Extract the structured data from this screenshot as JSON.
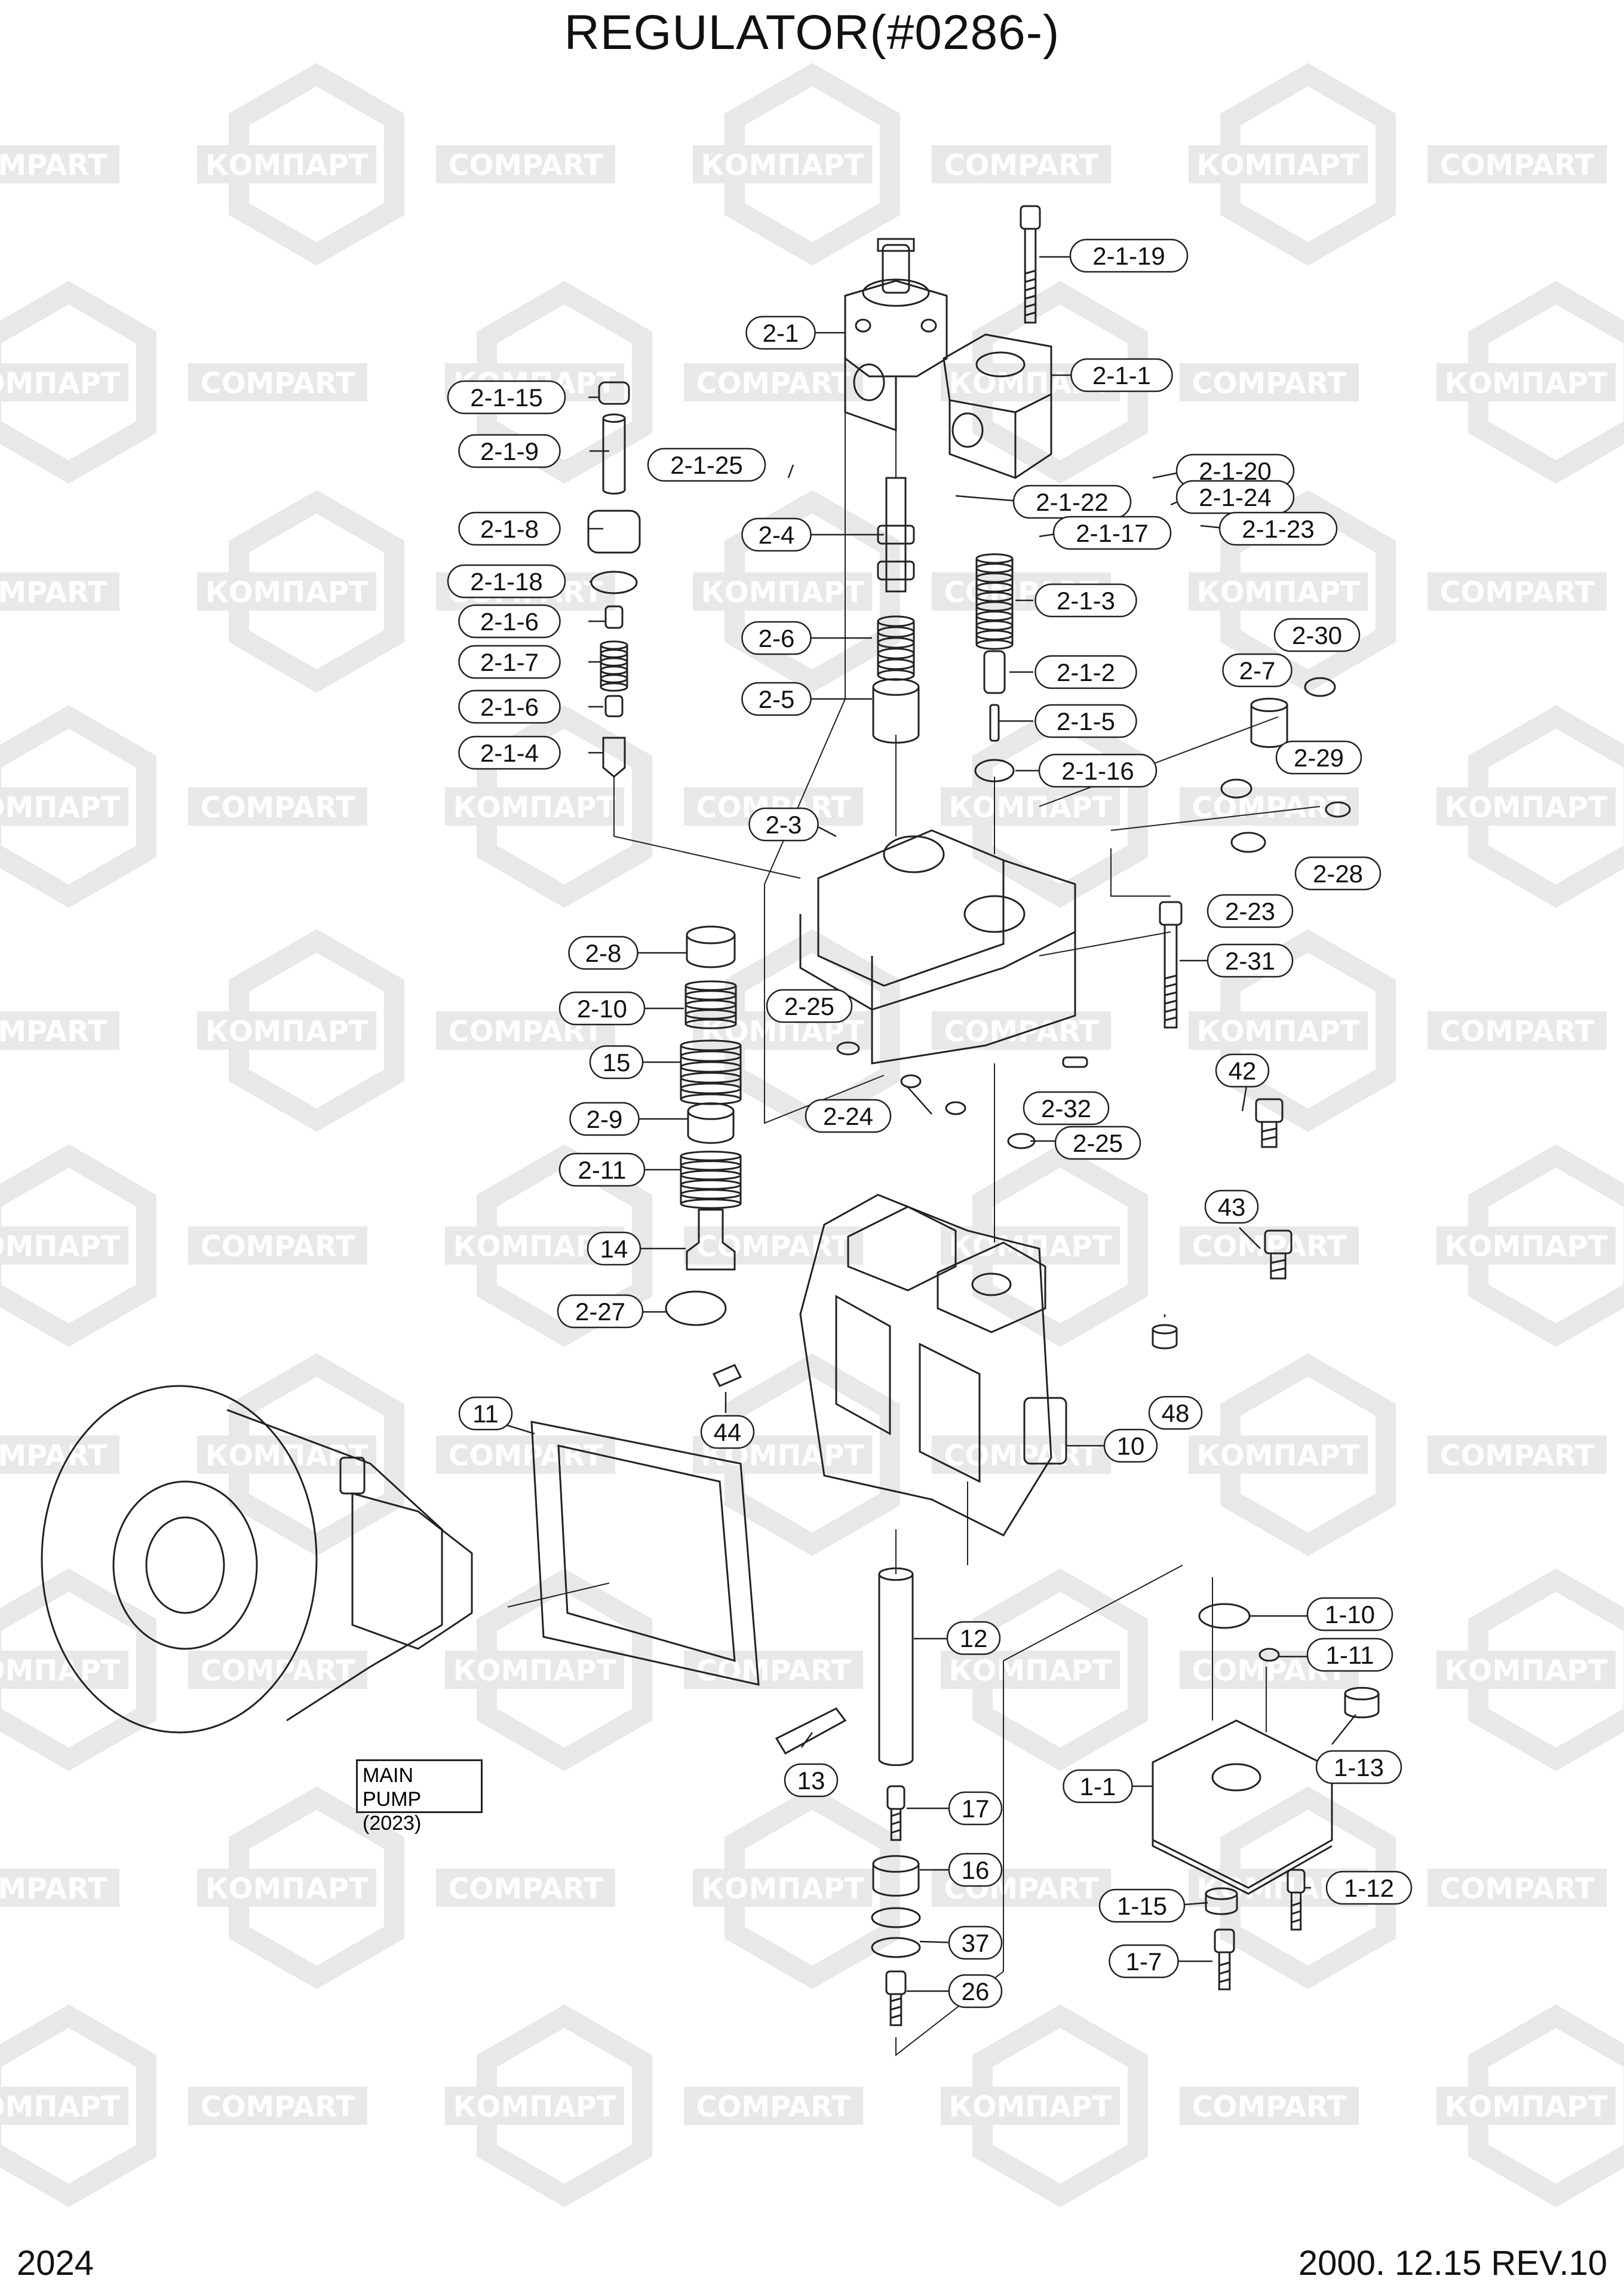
{
  "title": "REGULATOR(#0286-)",
  "footer": {
    "page_number": "2024",
    "revision": "2000. 12.15 REV.10"
  },
  "watermark": {
    "text_cyrillic": "КОМПАРТ",
    "text_latin": "COMPART",
    "color": "#ececec"
  },
  "note_box": {
    "line1": "MAIN PUMP",
    "line2": "(2023)"
  },
  "colors": {
    "line": "#222222",
    "watermark": "#e8e8e8",
    "background": "#ffffff"
  },
  "part_labels": [
    "2-1-19",
    "2-1",
    "2-1-1",
    "2-1-15",
    "2-1-9",
    "2-1-25",
    "2-1-20",
    "2-1-24",
    "2-1-22",
    "2-1-23",
    "2-1-8",
    "2-1-17",
    "2-4",
    "2-1-18",
    "2-1-3",
    "2-1-6",
    "2-6",
    "2-1-7",
    "2-1-2",
    "2-7",
    "2-30",
    "2-5",
    "2-1-6",
    "2-1-5",
    "2-1-4",
    "2-1-16",
    "2-29",
    "2-3",
    "2-28",
    "2-23",
    "2-8",
    "2-31",
    "2-10",
    "2-25",
    "15",
    "42",
    "2-32",
    "2-9",
    "2-24",
    "2-25",
    "2-11",
    "43",
    "14",
    "2-27",
    "44",
    "48",
    "11",
    "10",
    "12",
    "1-10",
    "1-11",
    "1-13",
    "13",
    "1-1",
    "17",
    "16",
    "1-12",
    "1-15",
    "37",
    "1-7",
    "26"
  ]
}
